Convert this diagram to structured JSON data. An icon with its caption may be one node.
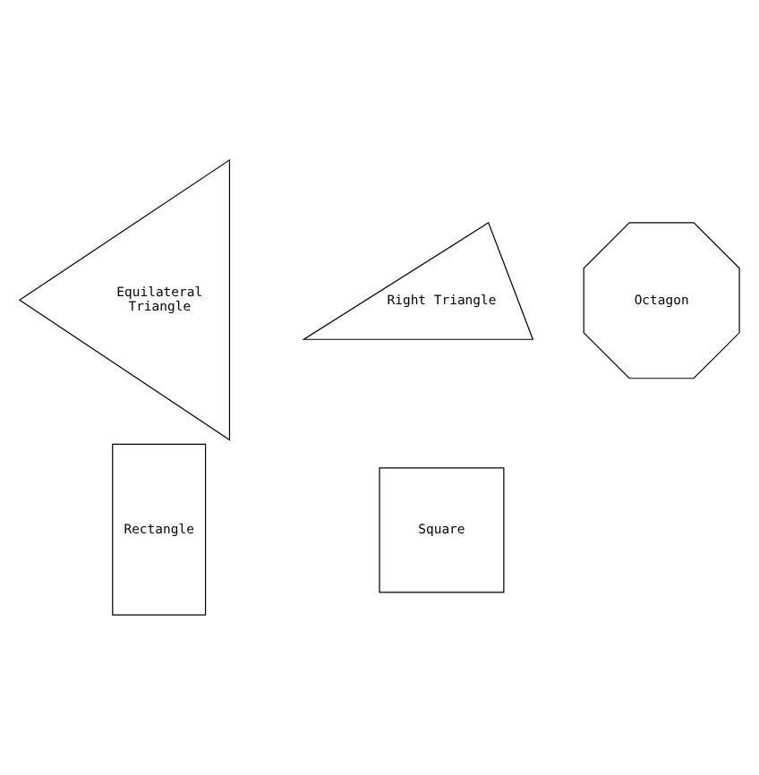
{
  "diagram": {
    "nodes": [
      {
        "text": [
          "Rectangle"
        ]
      },
      {
        "text": [
          "Octagon"
        ]
      },
      {
        "text": [
          "Equilateral Triangle"
        ]
      },
      {
        "text": [
          "Right Triangle"
        ]
      },
      {
        "text": [
          "Square"
        ]
      }
    ]
  }
}
